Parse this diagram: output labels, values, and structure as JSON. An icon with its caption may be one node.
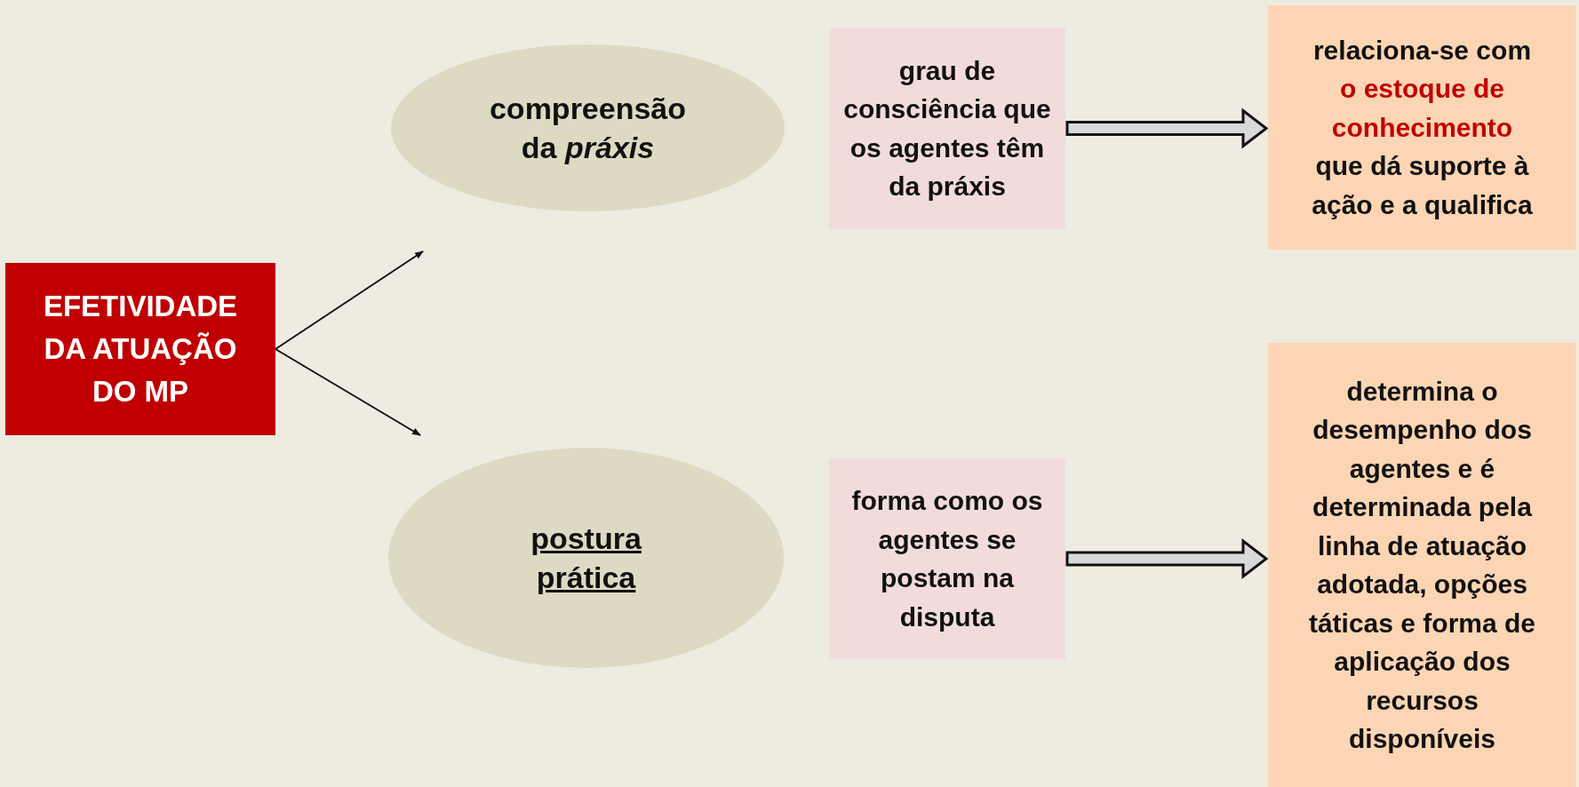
{
  "diagram": {
    "nodes": [
      {
        "text": [
          "EFETIVIDADE DA ATUAÇÃO DO MP"
        ]
      },
      {
        "text": [
          "compreensão da *práxis*"
        ]
      },
      {
        "text": [
          "grau de consciência que os agentes têm da práxis"
        ]
      },
      {
        "text": [
          "relaciona-se com",
          "o estoque de conhecimento",
          "que dá suporte à ação e a qualifica"
        ]
      },
      {
        "text": [
          "postura prática"
        ]
      },
      {
        "text": [
          "forma como os agentes se postam na disputa"
        ]
      },
      {
        "text": [
          "determina o desempenho dos agentes e é determinada pela linha de atuação adotada, opções táticas e forma de aplicação dos recursos disponíveis"
        ]
      }
    ],
    "edges": [
      {
        "from": 0,
        "to": 1,
        "arrow": "to"
      },
      {
        "from": 0,
        "to": 4,
        "arrow": "to"
      },
      {
        "from": 2,
        "to": 3,
        "arrow": "to",
        "style": "thick"
      },
      {
        "from": 5,
        "to": 6,
        "arrow": "to",
        "style": "thick"
      }
    ]
  }
}
